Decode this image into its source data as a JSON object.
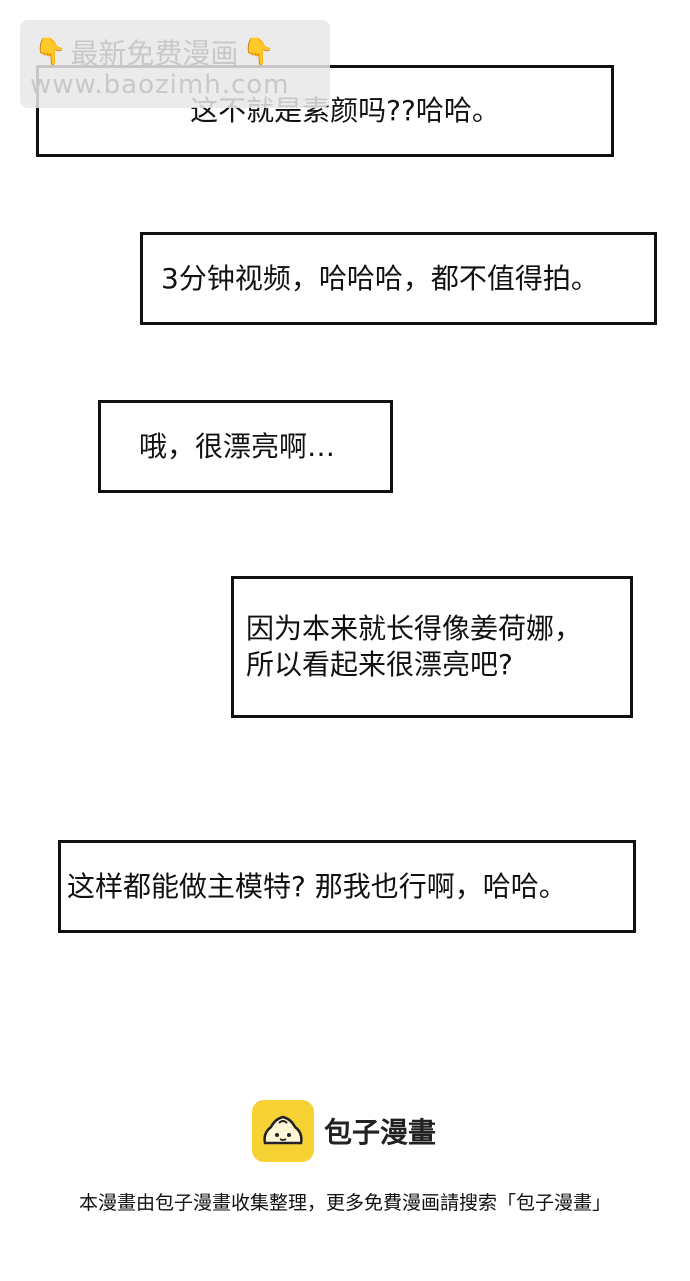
{
  "watermark": {
    "top_text": "最新免费漫画",
    "url": "www.baozimh.com",
    "hand_icon": "pointing-down-hand-icon"
  },
  "bubbles": [
    {
      "text": "这不就是素颜吗??哈哈。"
    },
    {
      "text": "3分钟视频，哈哈哈，都不值得拍。"
    },
    {
      "text": "哦，很漂亮啊…"
    },
    {
      "text": "因为本来就长得像姜荷娜，\n所以看起来很漂亮吧?"
    },
    {
      "text": "这样都能做主模特? 那我也行啊，哈哈。"
    }
  ],
  "logo": {
    "name": "包子漫畫",
    "icon": "bun-icon",
    "color": "#f6d235"
  },
  "footer": {
    "text": "本漫畫由包子漫畫收集整理，更多免費漫画請搜索「包子漫畫」"
  }
}
